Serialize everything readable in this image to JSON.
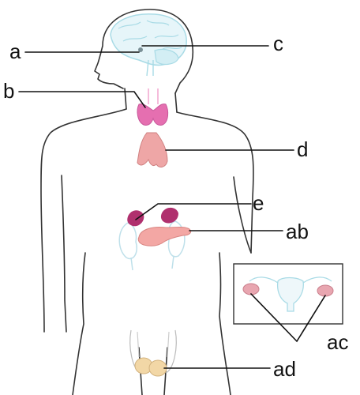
{
  "diagram": {
    "labels": {
      "a": "a",
      "b": "b",
      "c": "c",
      "d": "d",
      "e": "e",
      "ab": "ab",
      "ac": "ac",
      "ad": "ad"
    }
  },
  "colors": {
    "outline": "#333333",
    "leader": "#111111",
    "brain": "#a9dbe6",
    "gland_pink": "#e56fb0",
    "gland_pink_light": "#f2a6cf",
    "thymus": "#eea6a6",
    "pancreas": "#f3a7a4",
    "adrenal": "#b0306e",
    "kidney": "#bfe0ea",
    "inset_box": "#333333"
  }
}
